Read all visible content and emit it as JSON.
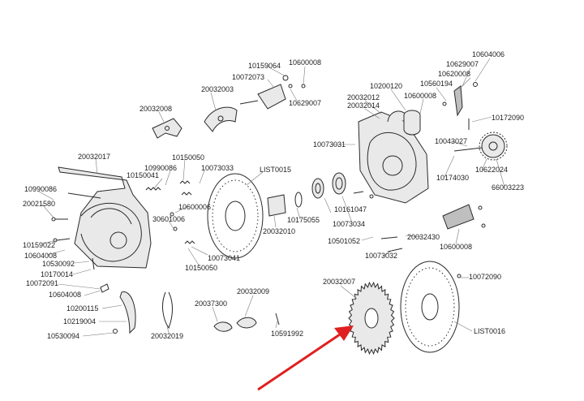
{
  "diagram": {
    "part_numbers": {
      "p10159064": "10159064",
      "p10600008_top": "10600008",
      "p10072073": "10072073",
      "p20032003": "20032003",
      "p10629007_top": "10629007",
      "p20032008": "20032008",
      "p10604006": "10604006",
      "p10629007_right": "10629007",
      "p10620008": "10620008",
      "p10200120": "10200120",
      "p10560194": "10560194",
      "p20032012": "20032012",
      "p10600008_mid": "10600008",
      "p20032014": "20032014",
      "p10172090": "10172090",
      "p10073031": "10073031",
      "p10043027": "10043027",
      "p10622024": "10622024",
      "p10174030": "10174030",
      "p66003223": "66003223",
      "p20032017": "20032017",
      "p10150050_a": "10150050",
      "p10990086_a": "10990086",
      "p10073033": "10073033",
      "p10150041": "10150041",
      "pLIST0015": "LIST0015",
      "p10990086_b": "10990086",
      "p20021580": "20021580",
      "p10600006": "10600006",
      "p30601006": "30601006",
      "p10175055": "10175055",
      "p10161047": "10161047",
      "p20032010": "20032010",
      "p10073034": "10073034",
      "p10501052": "10501052",
      "p20032430": "20032430",
      "p10600008_low": "10600008",
      "p10159022": "10159022",
      "p10604008_a": "10604008",
      "p10073041": "10073041",
      "p10073032": "10073032",
      "p10530092": "10530092",
      "p10150050_b": "10150050",
      "p10170014": "10170014",
      "p10072091": "10072091",
      "p20032007": "20032007",
      "p10072090": "10072090",
      "p10604008_b": "10604008",
      "p20032009": "20032009",
      "p20037300": "20037300",
      "p10200115": "10200115",
      "p10219004": "10219004",
      "p10591992": "10591992",
      "pLIST0016": "LIST0016",
      "p10530094": "10530094",
      "p20032019": "20032019"
    },
    "colors": {
      "line": "#2a2a2a",
      "arrow": "#e02020",
      "paper": "#ffffff"
    }
  }
}
